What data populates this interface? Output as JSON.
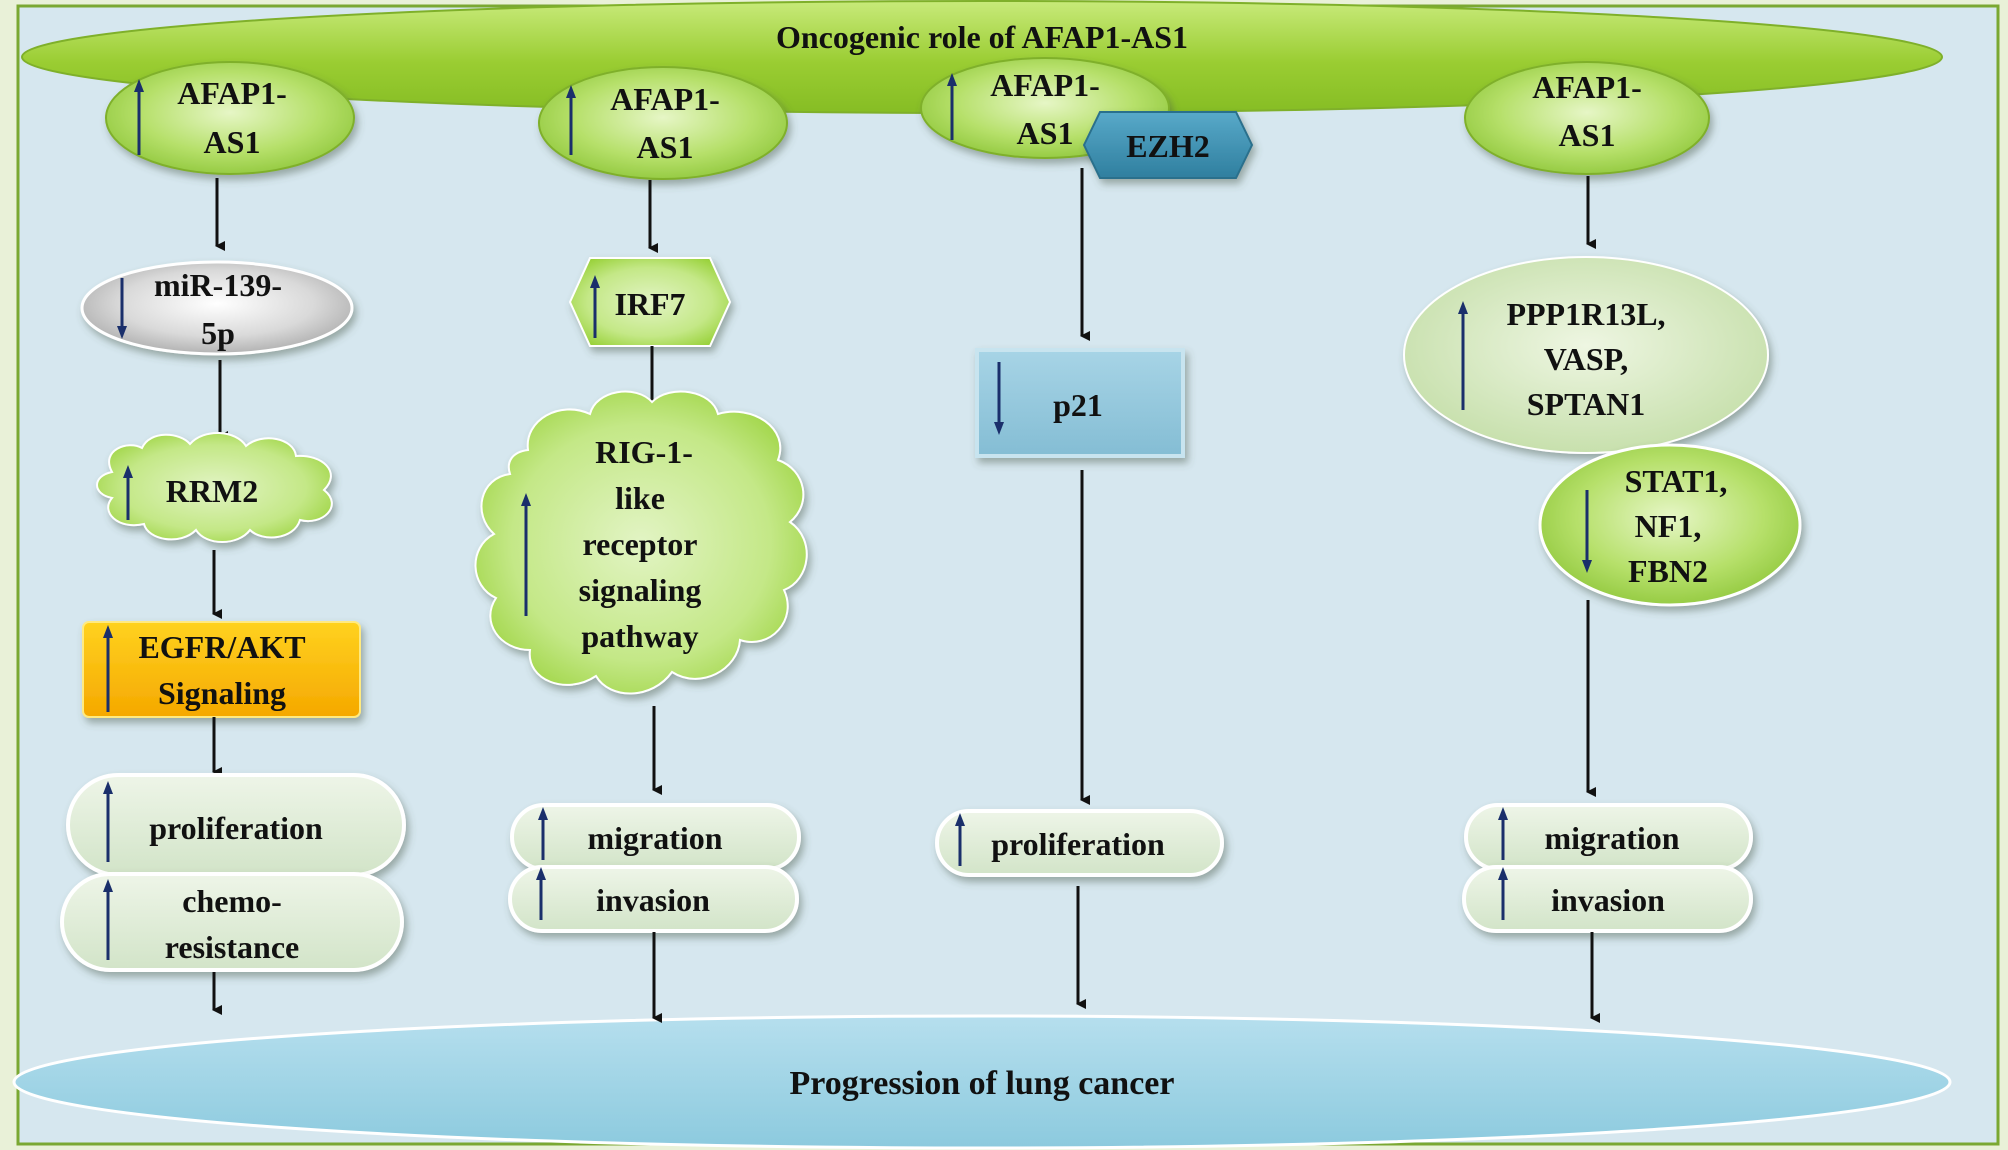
{
  "title": "Oncogenic role of AFAP1-AS1",
  "bottom_label": "Progression of lung cancer",
  "colors": {
    "frame_fill": "#d6e7ef",
    "frame_border": "#7aa832",
    "lime": "#9acd32",
    "lime_light": "#d6eeaa",
    "pale_green": "#dcebd6",
    "blue_box": "#8fc4d9",
    "teal_hex": "#3b8fb0",
    "gold": "#ffbf00",
    "grey": "#c9c9c9",
    "arrow_up": "#1a2f6b",
    "arrow": "#111111"
  },
  "columns": [
    {
      "source": [
        "AFAP1-",
        "AS1"
      ],
      "steps": [
        {
          "lines": [
            "miR-139-",
            "5p"
          ],
          "direction": "down",
          "shape": "grey-oval"
        },
        {
          "lines": [
            "RRM2"
          ],
          "direction": "up",
          "shape": "cloud-small"
        },
        {
          "lines": [
            "EGFR/AKT",
            "Signaling"
          ],
          "direction": "up",
          "shape": "gold-rect"
        }
      ],
      "outcomes": [
        {
          "lines": [
            "proliferation"
          ],
          "direction": "up"
        },
        {
          "lines": [
            "chemo-",
            "resistance"
          ],
          "direction": "up"
        }
      ]
    },
    {
      "source": [
        "AFAP1-",
        "AS1"
      ],
      "steps": [
        {
          "lines": [
            "IRF7"
          ],
          "direction": "up",
          "shape": "hexagon"
        },
        {
          "lines": [
            "RIG-1-",
            "like",
            "receptor",
            "signaling",
            "pathway"
          ],
          "direction": "up",
          "shape": "cloud-large"
        }
      ],
      "outcomes": [
        {
          "lines": [
            "migration"
          ],
          "direction": "up"
        },
        {
          "lines": [
            "invasion"
          ],
          "direction": "up"
        }
      ]
    },
    {
      "source": [
        "AFAP1-",
        "AS1"
      ],
      "partner": "EZH2",
      "steps": [
        {
          "lines": [
            "p21"
          ],
          "direction": "down",
          "shape": "blue-rect"
        }
      ],
      "outcomes": [
        {
          "lines": [
            "proliferation"
          ],
          "direction": "up"
        }
      ]
    },
    {
      "source": [
        "AFAP1-",
        "AS1"
      ],
      "steps": [
        {
          "lines": [
            "PPP1R13L,",
            "VASP,",
            "SPTAN1"
          ],
          "direction": "up",
          "shape": "pale-oval"
        },
        {
          "lines": [
            "STAT1,",
            "NF1,",
            "FBN2"
          ],
          "direction": "down",
          "shape": "green-oval"
        }
      ],
      "outcomes": [
        {
          "lines": [
            "migration"
          ],
          "direction": "up"
        },
        {
          "lines": [
            "invasion"
          ],
          "direction": "up"
        }
      ]
    }
  ]
}
